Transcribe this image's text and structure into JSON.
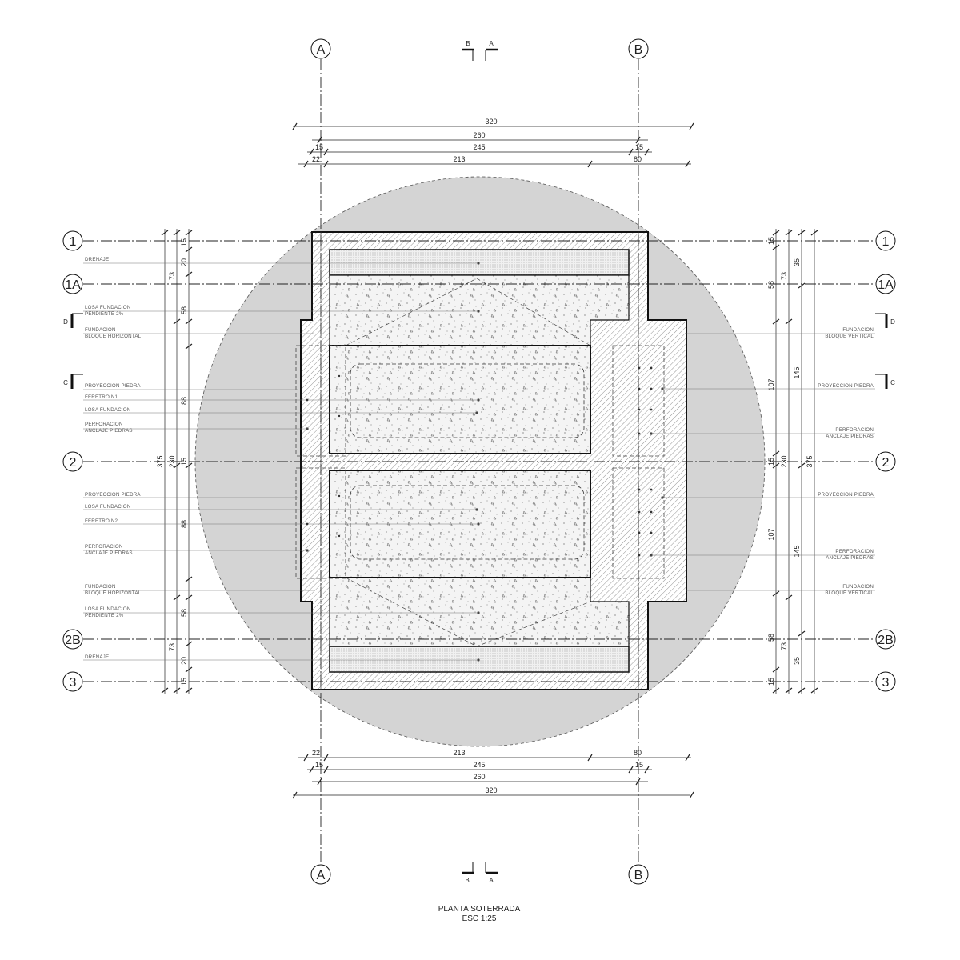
{
  "title": {
    "line1": "PLANTA SOTERRADA",
    "line2": "ESC 1:25"
  },
  "grid": {
    "A": "A",
    "B": "B",
    "r1": "1",
    "r1a": "1A",
    "r2": "2",
    "r2b": "2B",
    "r3": "3"
  },
  "section_marks": {
    "a": "A",
    "b": "B",
    "c": "C",
    "d": "D"
  },
  "dims": {
    "total": "320",
    "outer": "260",
    "inner": "245",
    "wall": "15",
    "left": "22",
    "mid": "213",
    "right": "80",
    "v_total": "375",
    "v_mid": "230",
    "v15": "15",
    "v20": "20",
    "v73": "73",
    "v58": "58",
    "v88": "88",
    "v35": "35",
    "v145": "145",
    "v107": "107"
  },
  "notes_left": {
    "drenaje": "DRENAJE",
    "losa_pend_1": "LOSA FUNDACION",
    "losa_pend_2": "PENDIENTE 2%",
    "fund_bh_1": "FUNDACION",
    "fund_bh_2": "BLOQUE HORIZONTAL",
    "proy_piedra": "PROYECCION PIEDRA",
    "feretro_1": "FERETRO N1",
    "feretro_2": "FERETRO N2",
    "losa_fund": "LOSA FUNDACION",
    "perf_1": "PERFORACION",
    "perf_2": "ANCLAJE PIEDRAS"
  },
  "notes_right": {
    "fund_bv_1": "FUNDACION",
    "fund_bv_2": "BLOQUE VERTICAL",
    "proy_piedra": "PROYECCION PIEDRA",
    "perf_1": "PERFORACION",
    "perf_2": "ANCLAJE PIEDRAS"
  }
}
